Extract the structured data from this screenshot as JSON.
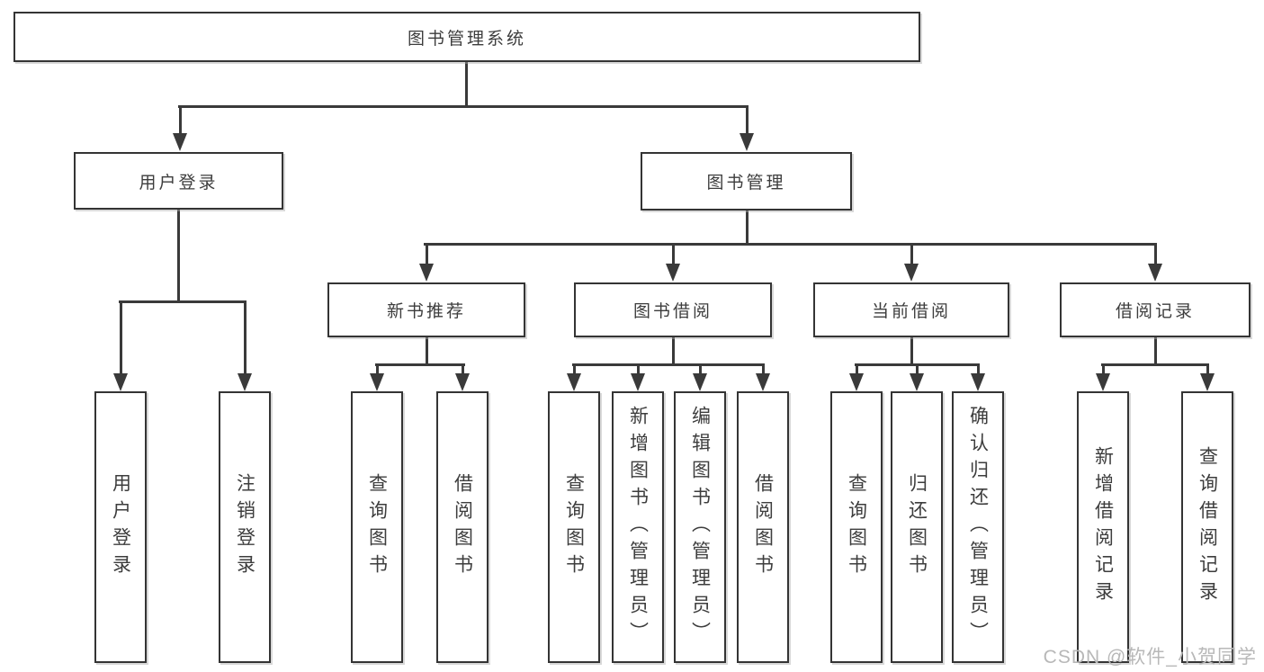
{
  "tree": {
    "label": "图书管理系统",
    "children": [
      {
        "label": "用户登录",
        "children": [
          {
            "label": "用户登录"
          },
          {
            "label": "注销登录"
          }
        ]
      },
      {
        "label": "图书管理",
        "children": [
          {
            "label": "新书推荐",
            "children": [
              {
                "label": "查询图书"
              },
              {
                "label": "借阅图书"
              }
            ]
          },
          {
            "label": "图书借阅",
            "children": [
              {
                "label": "查询图书"
              },
              {
                "label": "新增图书（管理员）"
              },
              {
                "label": "编辑图书（管理员）"
              },
              {
                "label": "借阅图书"
              }
            ]
          },
          {
            "label": "当前借阅",
            "children": [
              {
                "label": "查询图书"
              },
              {
                "label": "归还图书"
              },
              {
                "label": "确认归还（管理员）"
              }
            ]
          },
          {
            "label": "借阅记录",
            "children": [
              {
                "label": "新增借阅记录"
              },
              {
                "label": "查询借阅记录"
              }
            ]
          }
        ]
      }
    ]
  },
  "watermark": {
    "text": "CSDN @软件_小贺同学"
  },
  "colors": {
    "line": "#3a3a3a",
    "border": "#343434",
    "text": "#3d3d3d",
    "watermark": "#b8b8b8",
    "background": "#ffffff"
  }
}
